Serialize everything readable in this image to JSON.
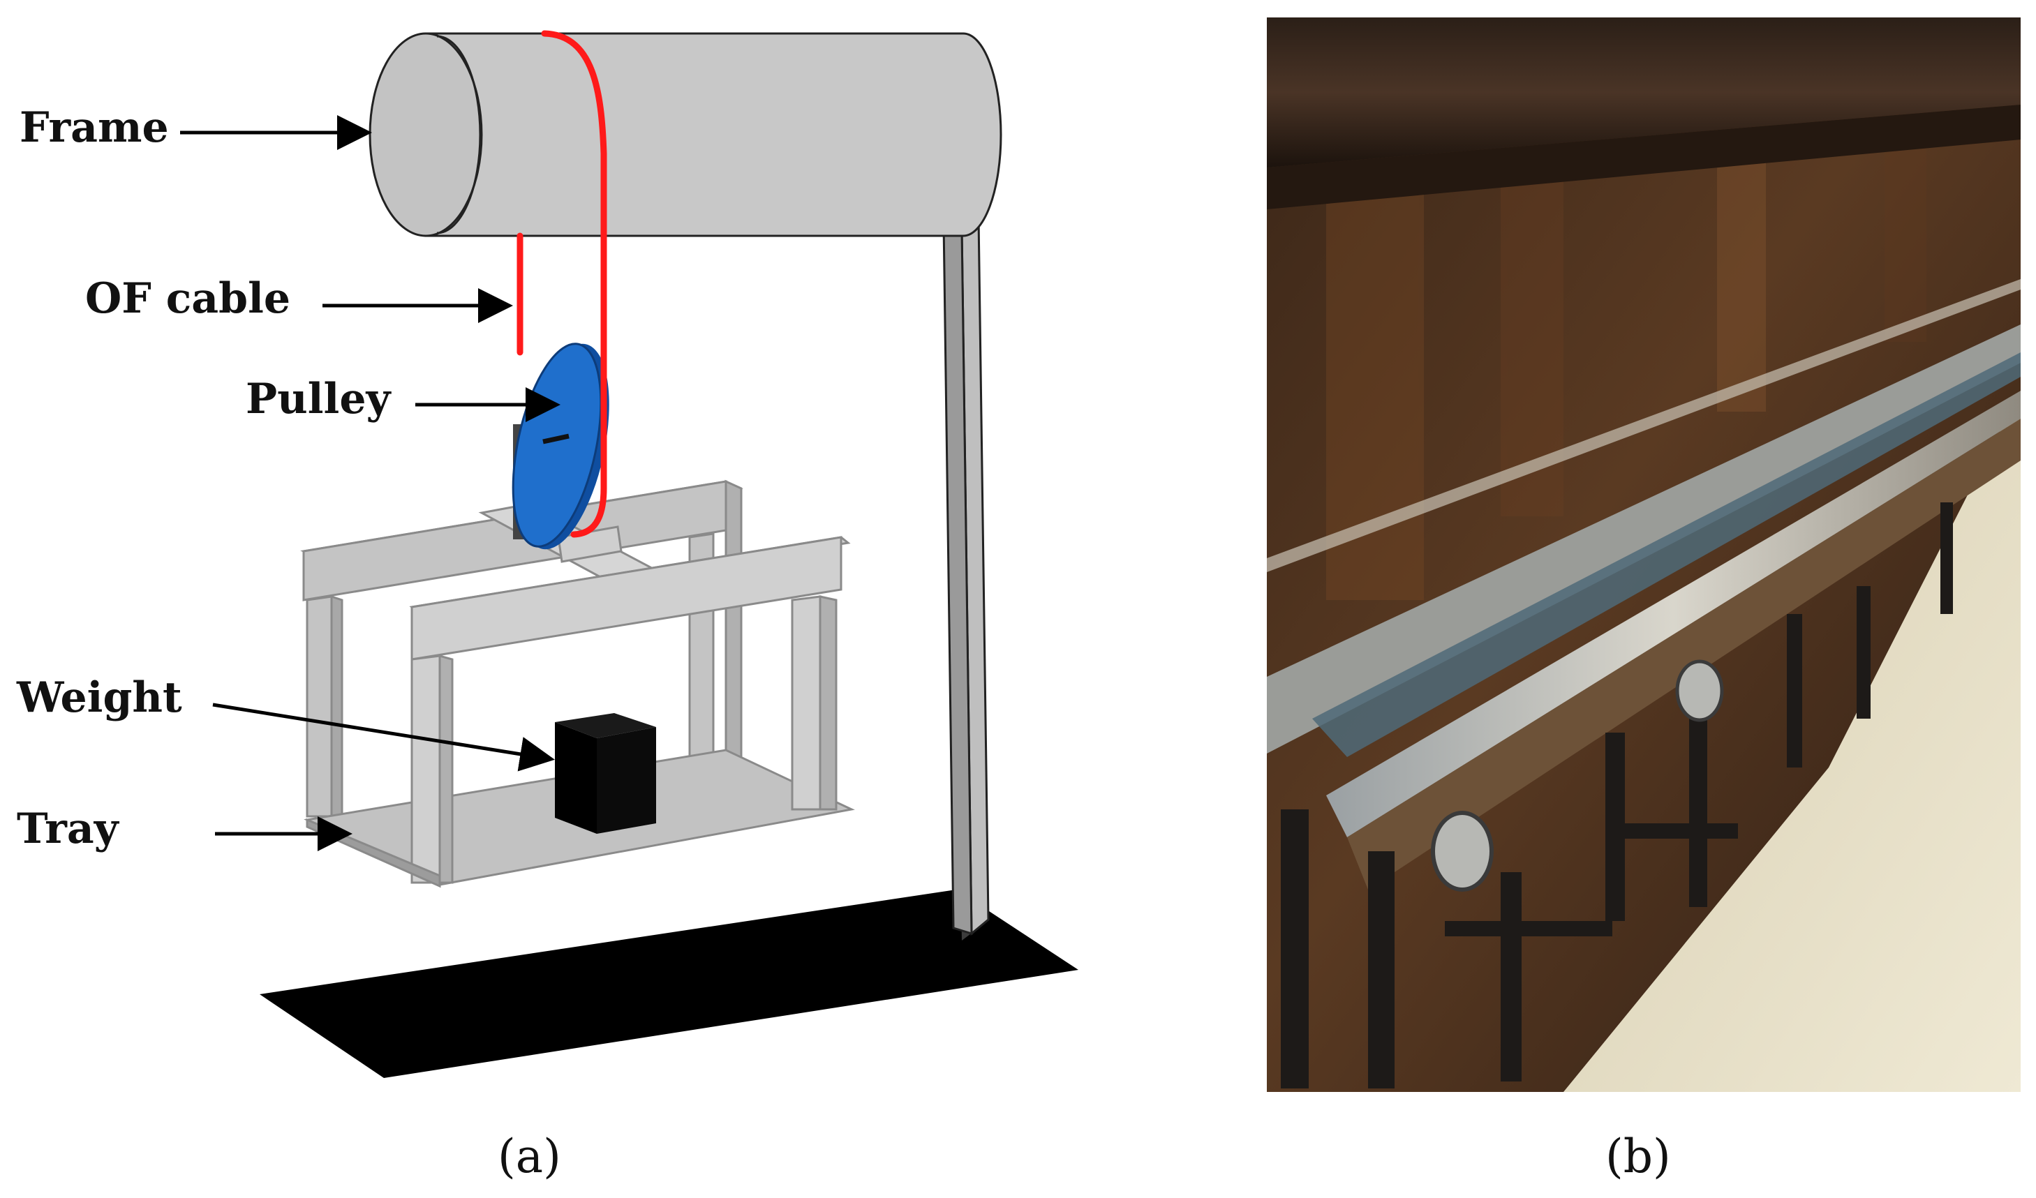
{
  "panel_a": {
    "labels": {
      "frame": "Frame",
      "of_cable": "OF cable",
      "pulley": "Pulley",
      "weight": "Weight",
      "tray": "Tray"
    },
    "caption": "(a)"
  },
  "panel_b": {
    "caption": "(b)"
  },
  "colors": {
    "cable": "#ff1a1a",
    "pulley": "#1f6fcc",
    "frame": "#c8c8c8",
    "tray": "#bdbdbd",
    "weight": "#0a0a0a",
    "floor": "#000000"
  }
}
